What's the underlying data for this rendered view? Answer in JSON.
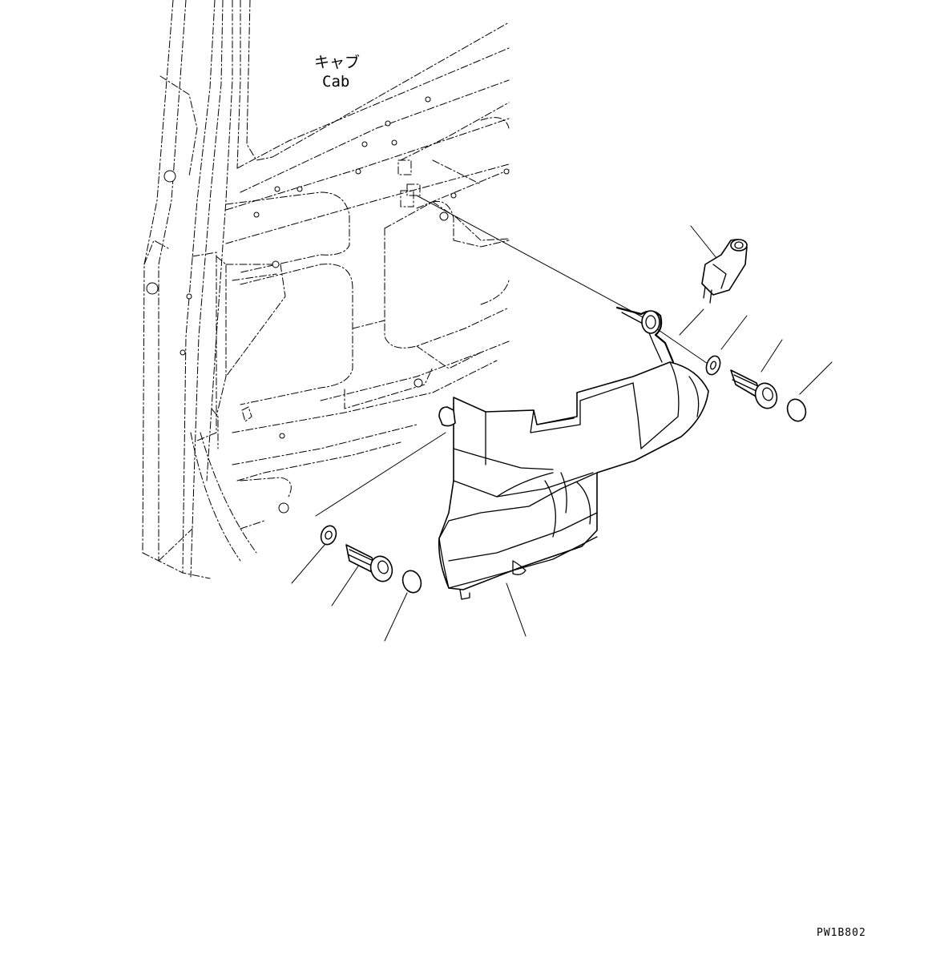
{
  "labels": {
    "cab_jp": "キャブ",
    "cab_en": "Cab"
  },
  "figure_code": "PW1B802"
}
